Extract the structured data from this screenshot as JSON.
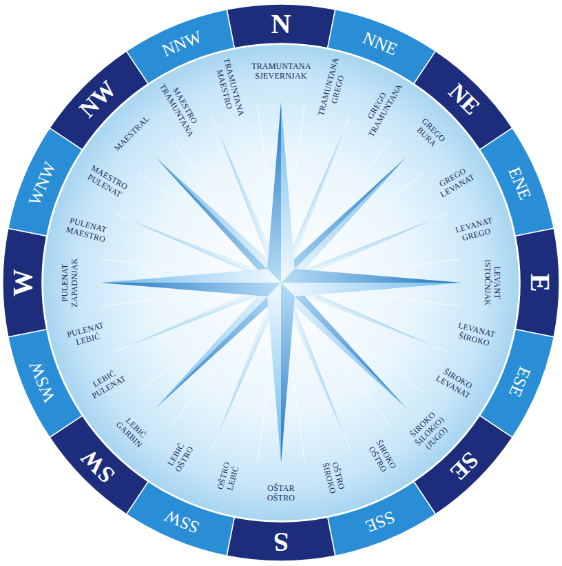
{
  "diagram": {
    "labels": [
      "N",
      "NNE",
      "NE",
      "ENE",
      "E",
      "ESE",
      "SE",
      "SSE",
      "S",
      "SSW",
      "SW",
      "WSW",
      "W",
      "WNW",
      "NW",
      "NNW",
      "TRAMUNTANA SJEVERNJAK",
      "TRAMUNTANA GREGO",
      "GREGO TRAMUNTANA",
      "GREGO BURA",
      "GREGO LEVANAT",
      "LEVANAT GREGO",
      "LEVANT ISTOČNJAK",
      "LEVANAT ŠIROKO",
      "ŠIROKO LEVANAT",
      "ŠIROKO ŠILOK(O) (JUGO)",
      "ŠIROKO OŠTRO",
      "OŠTRO ŠIROKO",
      "OŠTAR OŠTRO",
      "OŠTRO LEBIĆ",
      "LEBIĆ OŠTRO",
      "LEBIĆ GARBIN",
      "LEBIĆ PULENAT",
      "PULENAT LEBIĆ",
      "PULENAT ZAPADNJAK",
      "PULENAT MAESTRO",
      "MAESTRO PULENAT",
      "MAESTRAL",
      "MAESTRO TRAMUNTANA",
      "TRAMUNTANA MAESTRO"
    ]
  }
}
